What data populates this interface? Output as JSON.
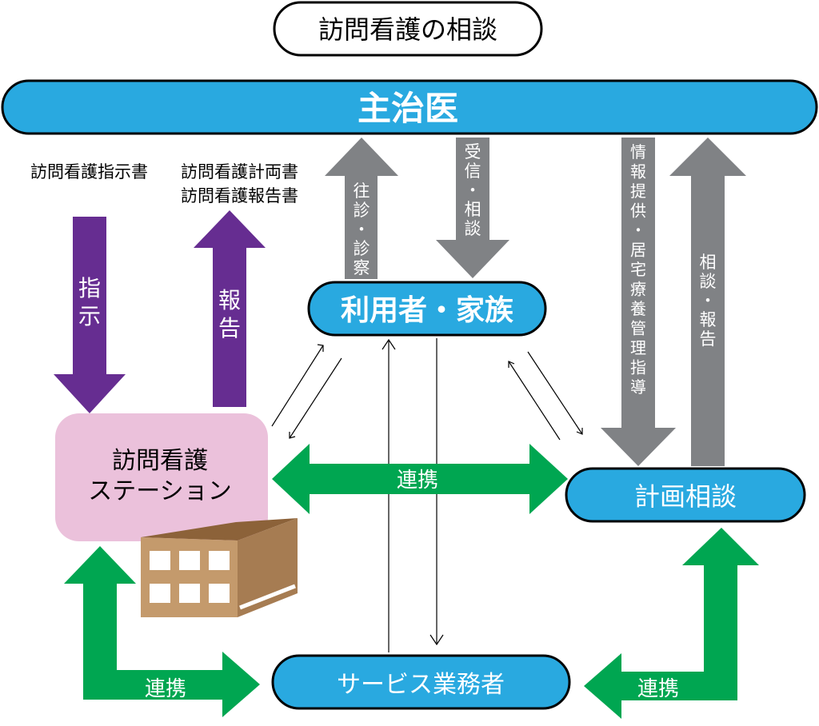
{
  "title": "訪問看護の相談",
  "nodes": {
    "doctor": "主治医",
    "user_family": "利用者・家族",
    "station_line1": "訪問看護",
    "station_line2": "ステーション",
    "planning": "計画相談",
    "service": "サービス業務者"
  },
  "notes": {
    "instruction_doc": "訪問看護指示書",
    "plan_doc": "訪問看護計両書",
    "report_doc": "訪問看護報告書"
  },
  "arrows": {
    "instruct": [
      "指",
      "示"
    ],
    "report": [
      "報",
      "告"
    ],
    "visit": [
      "往",
      "診",
      "・",
      "診",
      "察"
    ],
    "consult_receive": [
      "受",
      "信",
      "・",
      "相",
      "談"
    ],
    "info": [
      "情",
      "報",
      "提",
      "供",
      "・",
      "居",
      "宅",
      "療",
      "養",
      "管",
      "理",
      "指",
      "導"
    ],
    "consult_report": [
      "相",
      "談",
      "・",
      "報",
      "告"
    ],
    "link_center": "連携",
    "link_left": "連携",
    "link_right": "連携"
  },
  "colors": {
    "blue": "#29A9E0",
    "purple": "#662D91",
    "gray": "#808285",
    "green": "#00A651",
    "pink": "#EBC1DB",
    "box_front": "#C49A6C",
    "box_side": "#A67C52"
  }
}
